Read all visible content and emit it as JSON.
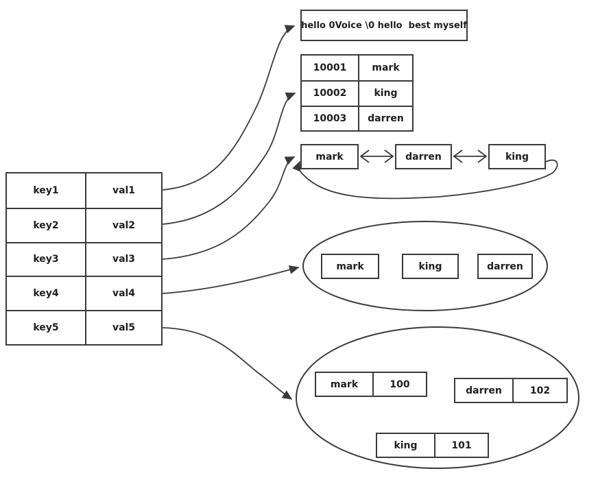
{
  "diagram": {
    "kv_table": {
      "rows": [
        {
          "key": "key1",
          "val": "val1"
        },
        {
          "key": "key2",
          "val": "val2"
        },
        {
          "key": "key3",
          "val": "val3"
        },
        {
          "key": "key4",
          "val": "val4"
        },
        {
          "key": "key5",
          "val": "val5"
        }
      ]
    },
    "string_value": {
      "text": "hello 0Voice \\0 hello  best myself"
    },
    "hash_table": {
      "rows": [
        {
          "field": "10001",
          "value": "mark"
        },
        {
          "field": "10002",
          "value": "king"
        },
        {
          "field": "10003",
          "value": "darren"
        }
      ]
    },
    "linked_list": {
      "nodes": [
        "mark",
        "darren",
        "king"
      ]
    },
    "set": {
      "members": [
        "mark",
        "king",
        "darren"
      ]
    },
    "sorted_set": {
      "members": [
        {
          "name": "mark",
          "score": "100"
        },
        {
          "name": "darren",
          "score": "102"
        },
        {
          "name": "king",
          "score": "101"
        }
      ]
    },
    "colors": {
      "line": "#3a3a3a",
      "text": "#1f1f1f",
      "background": "#ffffff"
    }
  }
}
